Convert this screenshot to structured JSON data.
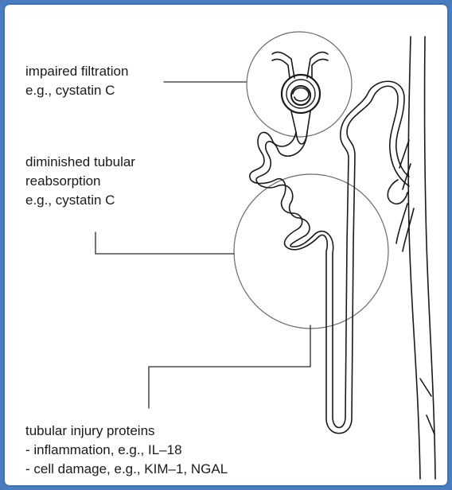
{
  "labels": {
    "filtration": {
      "title": "impaired filtration",
      "example": "e.g., cystatin C"
    },
    "reabsorption": {
      "line1": "diminished tubular",
      "line2": "reabsorption",
      "example": "e.g., cystatin C"
    },
    "injury": {
      "title": "tubular injury proteins",
      "item1": "- inflammation, e.g., IL–18",
      "item2": "- cell damage, e.g., KIM–1, NGAL"
    }
  },
  "colors": {
    "frame_border": "#3f6fb5",
    "background": "#4a7cc0",
    "line": "#1a1a1a"
  }
}
